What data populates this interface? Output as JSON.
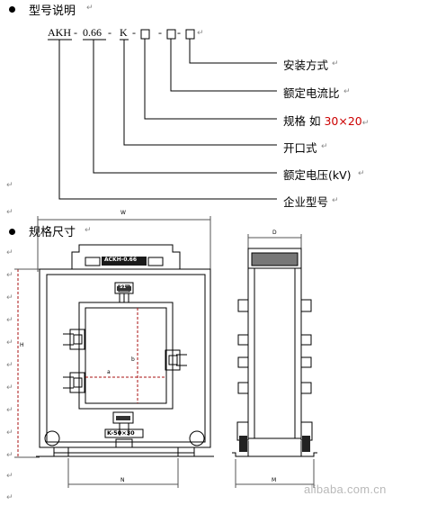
{
  "section1": {
    "title": "型号说明"
  },
  "model_code": {
    "prefix": "AKH",
    "dash1": "-",
    "voltage": "0.66",
    "dash2": "-",
    "type": "K",
    "dash3": "-",
    "dash4": "-",
    "dash5": "-"
  },
  "legend": {
    "install": "安装方式",
    "ratio": "额定电流比",
    "spec_prefix": "规格 如 ",
    "spec_example": "30×20",
    "open": "开口式",
    "voltage": "额定电压(kV)",
    "company": "企业型号"
  },
  "section2": {
    "title": "规格尺寸"
  },
  "drawing": {
    "front": {
      "top_width_label": "W",
      "height_label": "H",
      "bottom_width_label": "N",
      "window_w_label": "a",
      "window_h_label": "b",
      "nameplate": "ACKH-0.66",
      "terminal_label": "S1",
      "bottom_plate": "K-50×30"
    },
    "side": {
      "depth_label": "D",
      "bottom_label": "M"
    }
  },
  "watermark": "alibaba.com.cn",
  "return_mark": "↵"
}
